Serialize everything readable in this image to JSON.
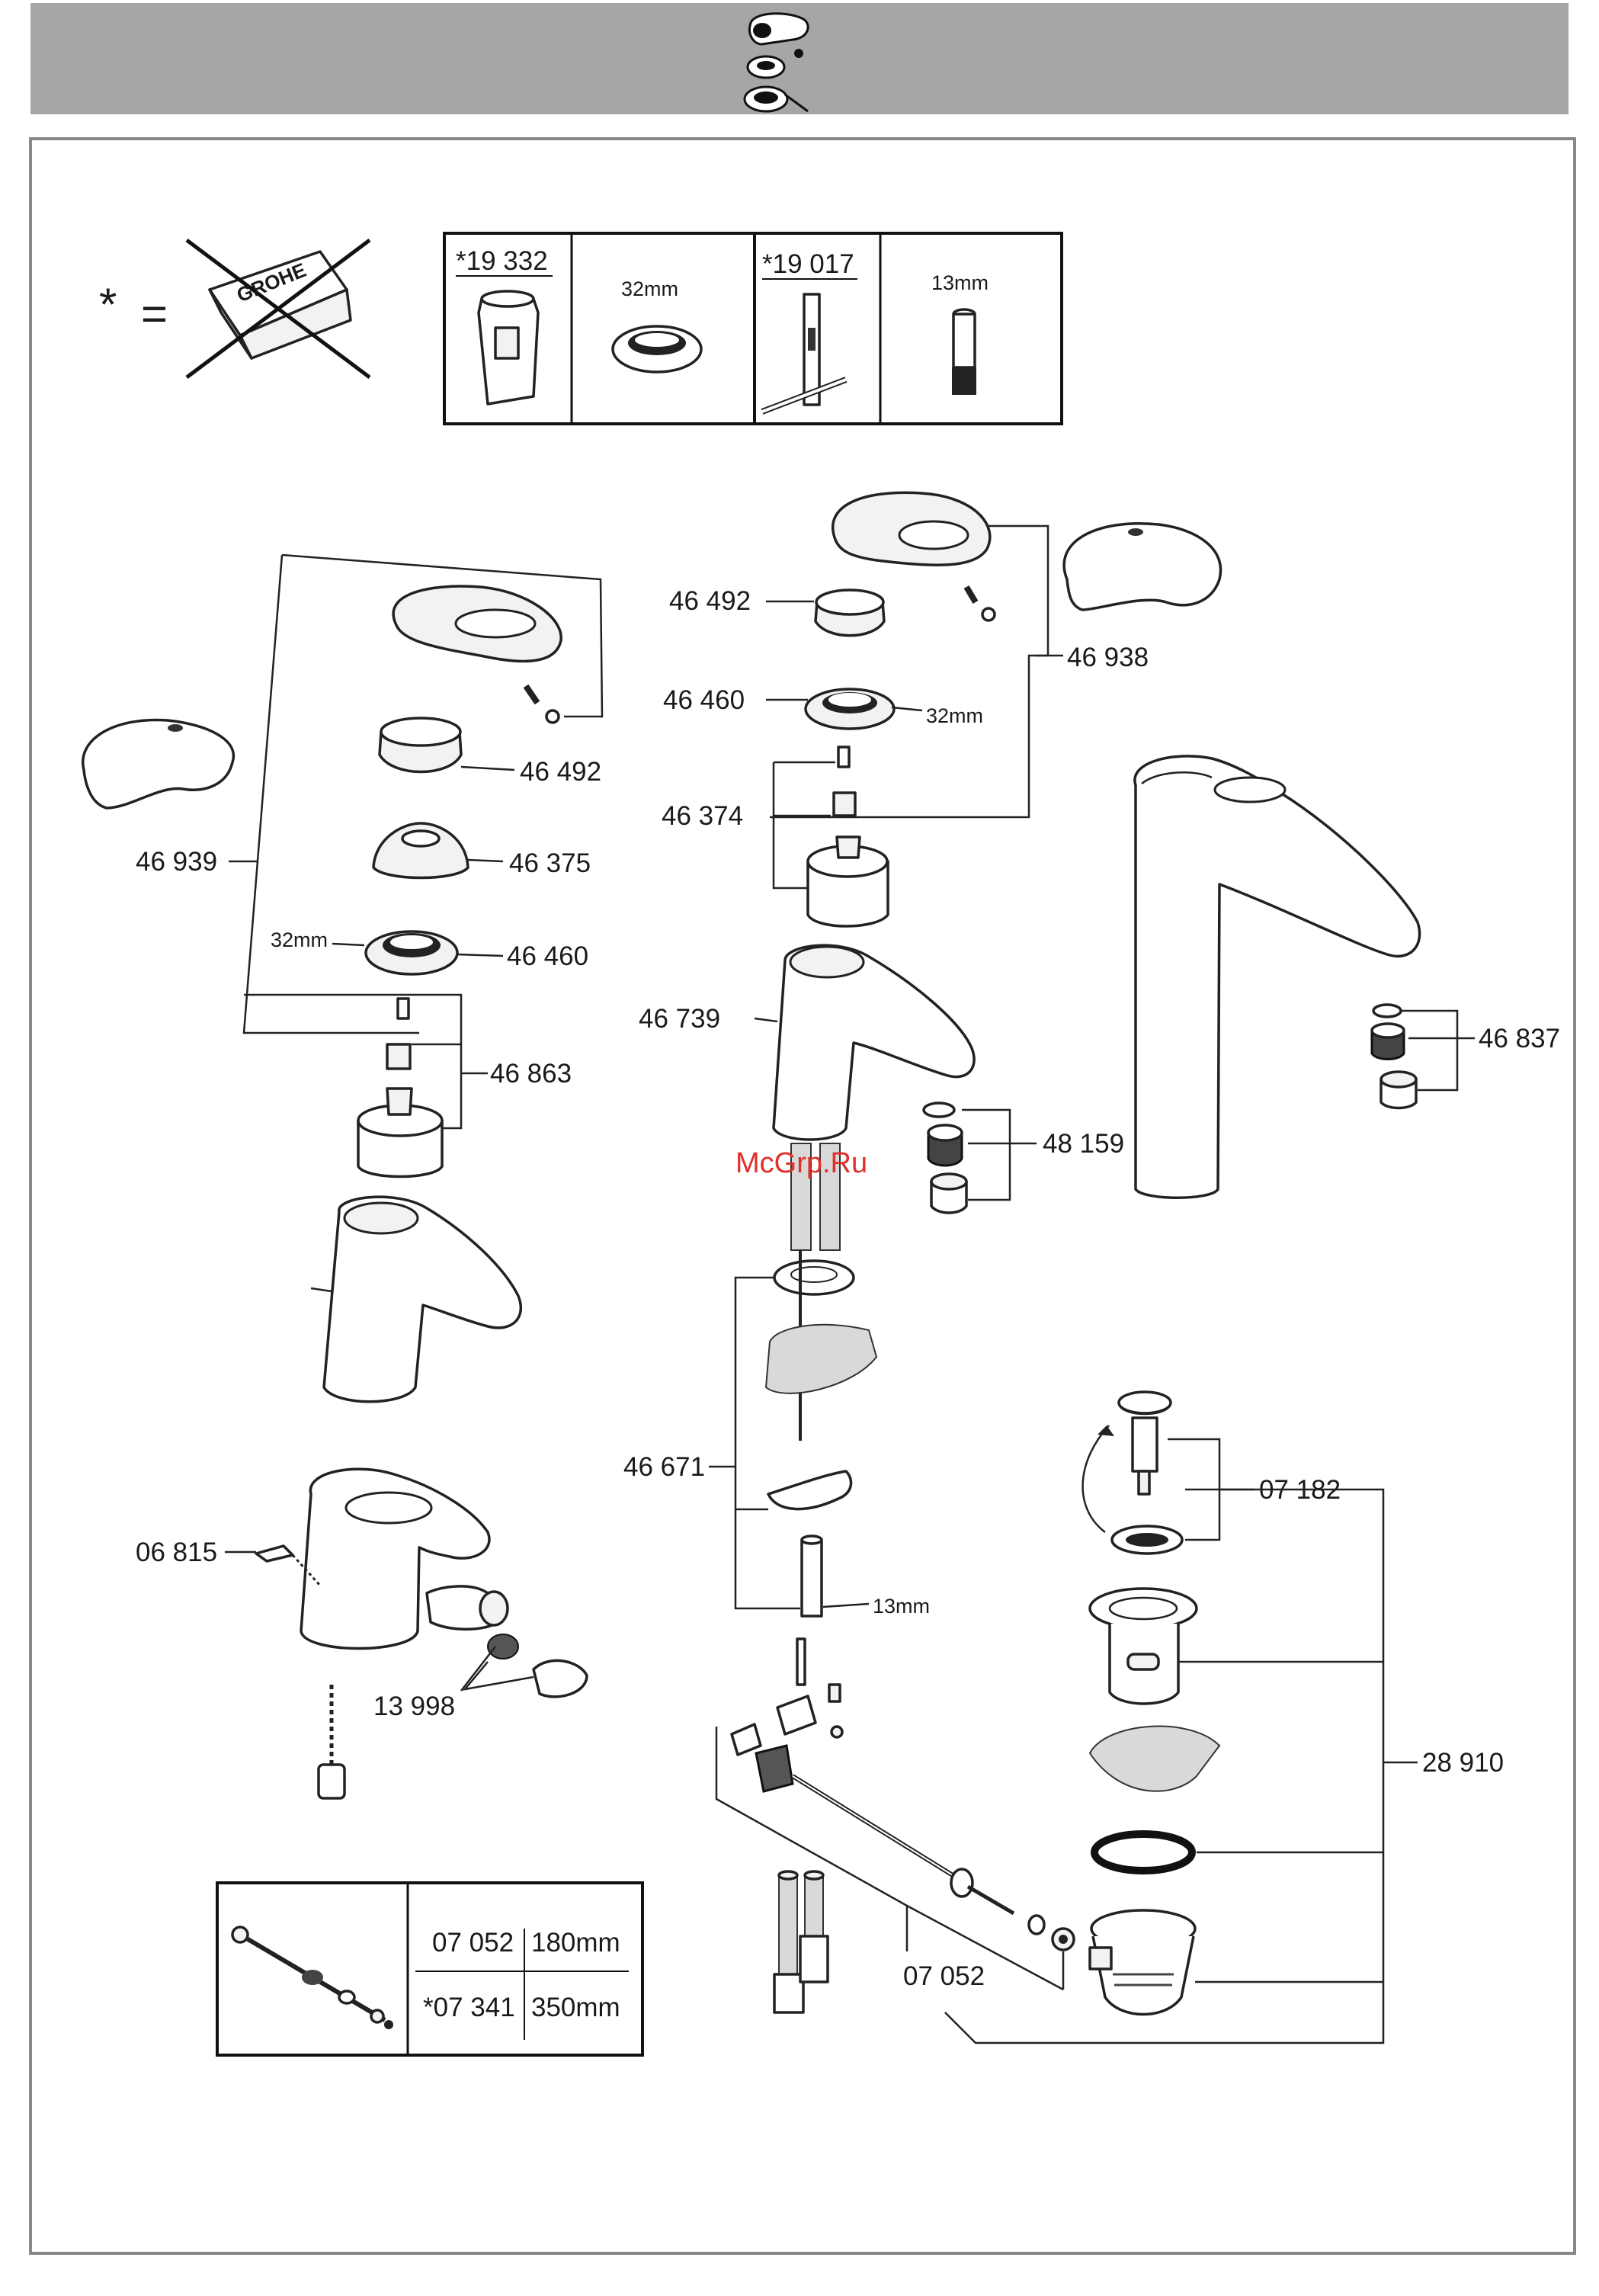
{
  "header": {
    "icon": "mixer-handle-icon"
  },
  "legend": {
    "symbol": "*",
    "equals": "=",
    "crossed_box_brand": "GROHE",
    "crossed_box_icon": "crossed-out-box-icon"
  },
  "tools_table": {
    "cells": [
      {
        "code": "*19 332",
        "icon": "cartridge-tool-icon"
      },
      {
        "size": "32mm",
        "icon": "ring-nut-icon"
      },
      {
        "code": "*19 017",
        "icon": "t-wrench-icon"
      },
      {
        "size": "13mm",
        "icon": "socket-icon"
      }
    ]
  },
  "labels": {
    "l46492_right": "46 492",
    "l46938": "46 938",
    "l46460_right": "46 460",
    "l32mm_right": "32mm",
    "l46374": "46 374",
    "l46739": "46 739",
    "l48159": "48 159",
    "l46837": "46 837",
    "l46939": "46 939",
    "l46492_left": "46 492",
    "l46375": "46 375",
    "l32mm_left": "32mm",
    "l46460_left": "46 460",
    "l46863": "46 863",
    "l06815": "06 815",
    "l13998": "13 998",
    "l46671": "46 671",
    "l13mm": "13mm",
    "l07182": "07 182",
    "l28910": "28 910",
    "l07052": "07 052"
  },
  "watermark": "McGrp.Ru",
  "rod_table": {
    "rows": [
      {
        "code": "07 052",
        "length": "180mm"
      },
      {
        "code": "*07 341",
        "length": "350mm"
      }
    ]
  },
  "colors": {
    "header_bar": "#a6a6a6",
    "frame": "#888888",
    "watermark": "#e0302a"
  }
}
